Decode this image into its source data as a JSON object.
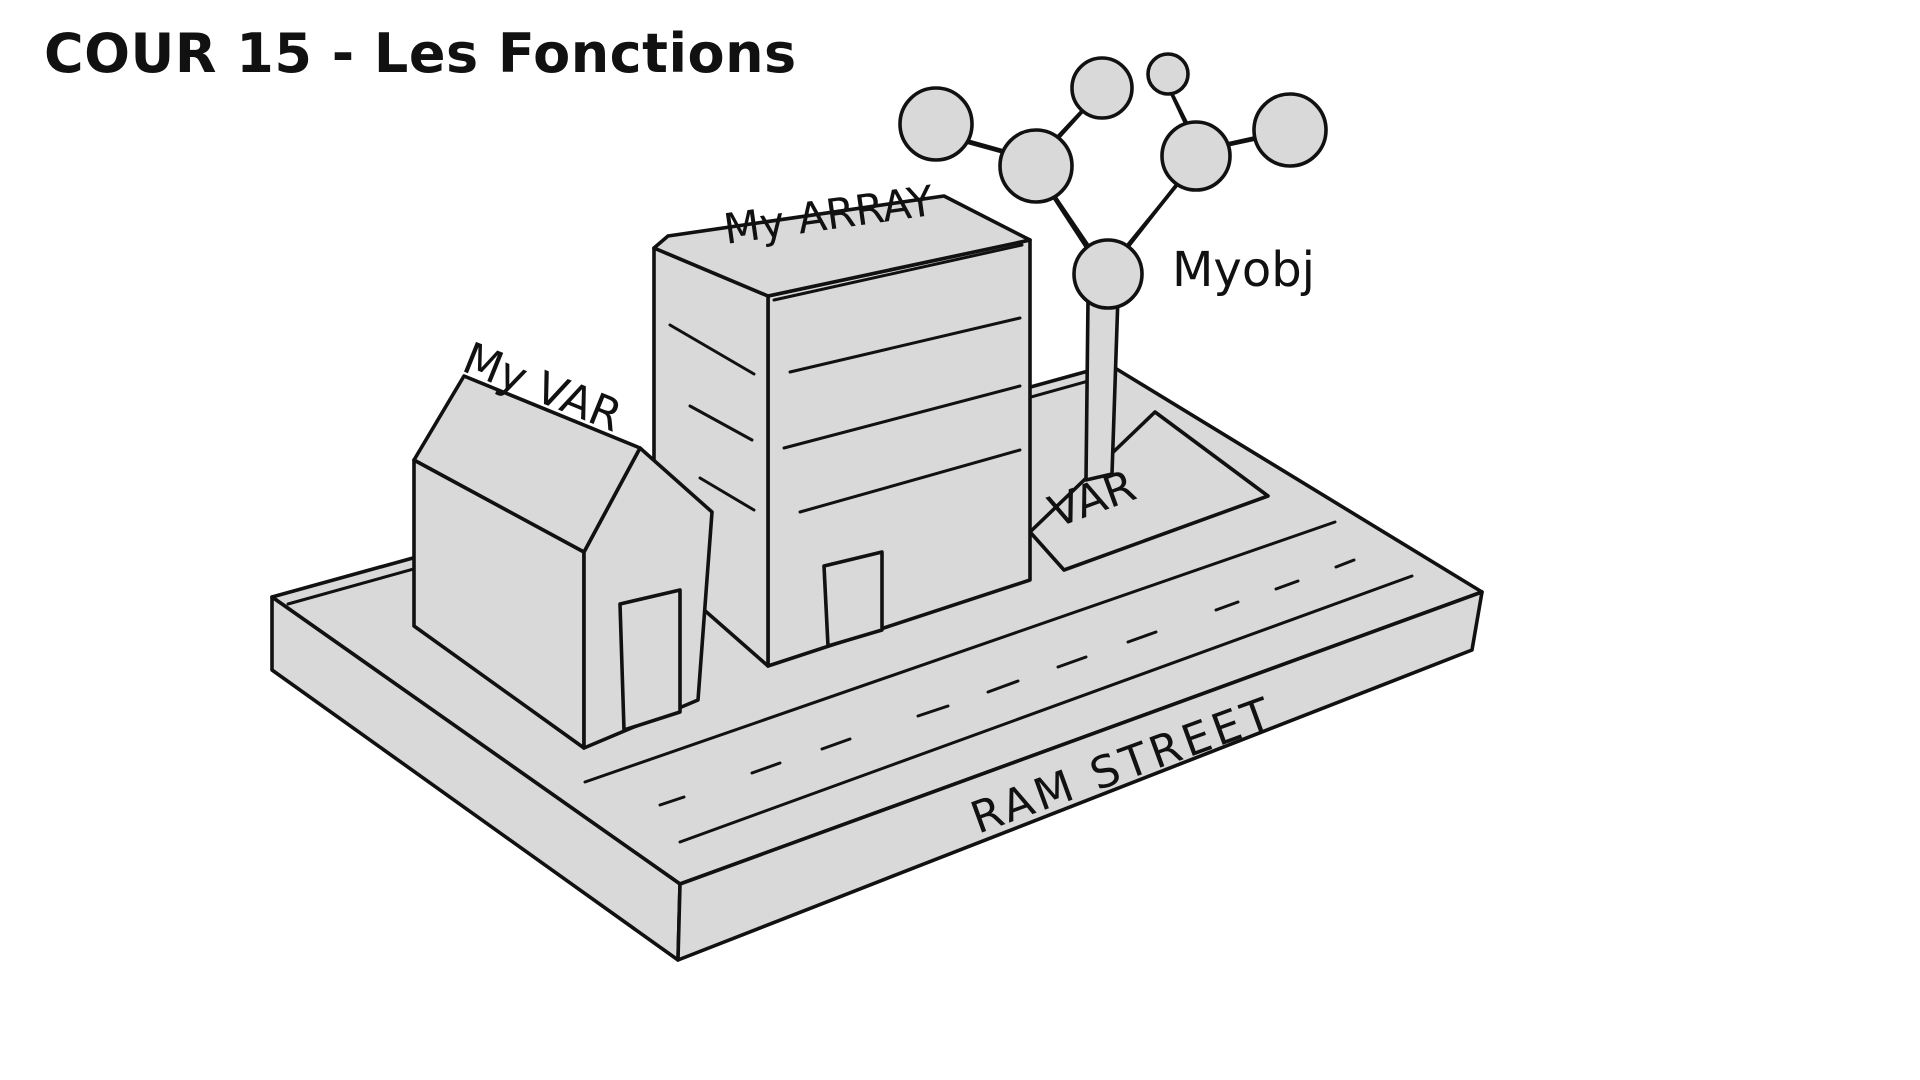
{
  "page": {
    "title": "COUR 15 - Les Fonctions"
  },
  "scene": {
    "labels": {
      "house": "My VAR",
      "building": "My ARRAY",
      "tree": "Myobj",
      "plot": "VAR",
      "street": "RAM STREET"
    },
    "colors": {
      "fill": "#d9d9d9",
      "stroke": "#111111",
      "background": "#ffffff"
    }
  }
}
